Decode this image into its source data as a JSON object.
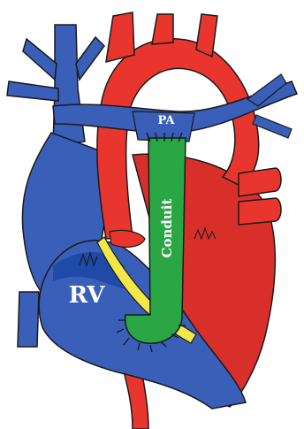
{
  "diagram": {
    "labels": {
      "pa": "PA",
      "rv": "RV",
      "conduit": "Conduit"
    },
    "colors": {
      "background": "#ffffff",
      "aorta_red": "#e8362e",
      "left_heart_red": "#d92f2a",
      "venous_blue": "#3a5fb8",
      "dark_blue": "#1f4aa8",
      "conduit_green": "#2aa744",
      "septum_yellow": "#f2e84a",
      "outline": "#1a1a1a"
    },
    "icons": [
      "heart-anatomy-illustration",
      "suture-marks"
    ]
  }
}
